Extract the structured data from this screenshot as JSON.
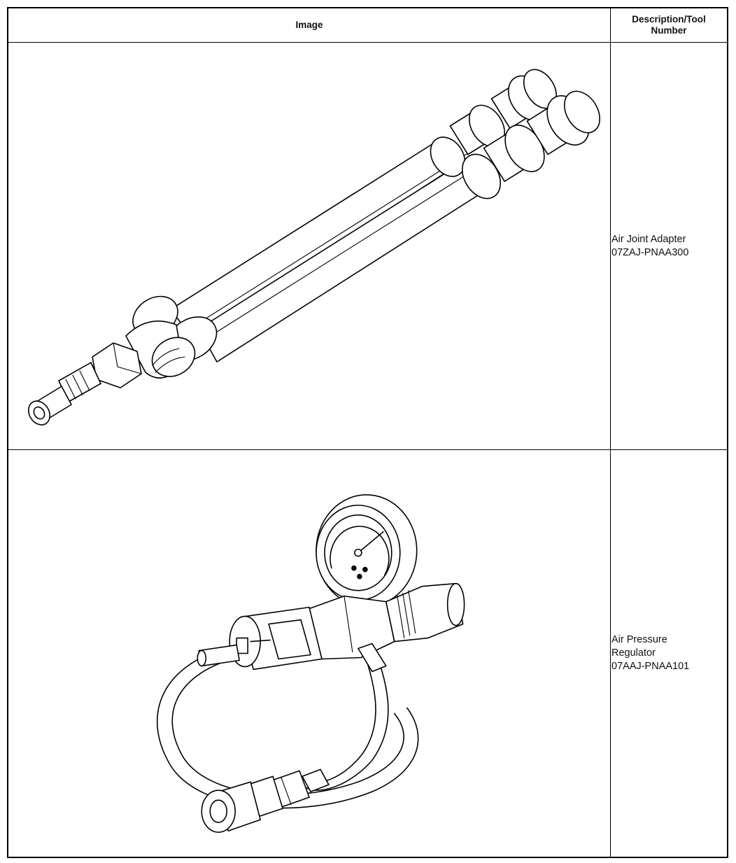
{
  "table": {
    "headers": {
      "image": "Image",
      "description": "Description/Tool\nNumber"
    },
    "rows": [
      {
        "description": "Air Joint Adapter\n07ZAJ-PNAA300",
        "illustration_icon": "air-joint-adapter-illustration"
      },
      {
        "description": "Air Pressure\nRegulator\n07AAJ-PNAA101",
        "illustration_icon": "air-pressure-regulator-illustration"
      }
    ]
  }
}
